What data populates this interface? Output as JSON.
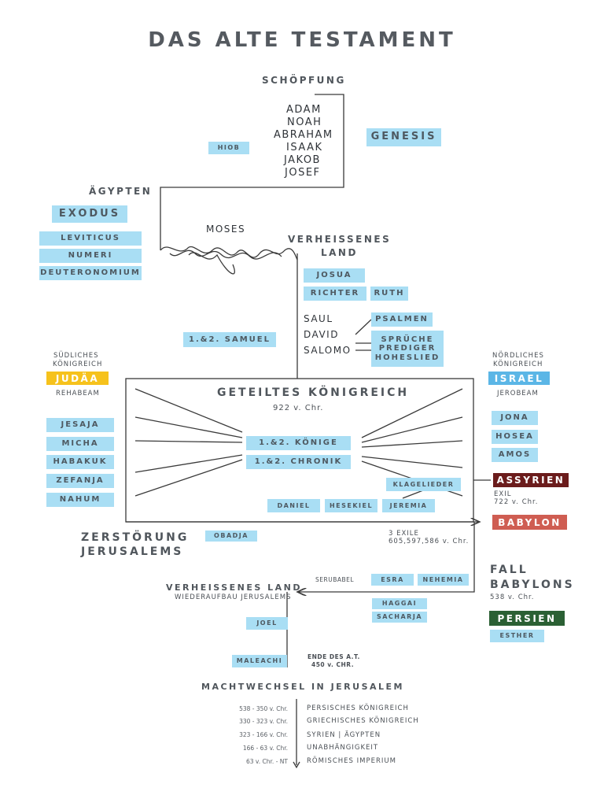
{
  "title": "DAS ALTE TESTAMENT",
  "colors": {
    "book": "#a9def4",
    "judaa": "#f6c21c",
    "israel": "#5bb6e6",
    "assyrien": "#6b1c1c",
    "babylon": "#cf5d52",
    "persien": "#2b6034",
    "line": "#3a3a3a"
  },
  "headings": {
    "schoepfung": "SCHÖPFUNG",
    "aegypten": "ÄGYPTEN",
    "verheissenes_land_1": "VERHEISSENES",
    "verheissenes_land_2": "LAND",
    "geteiltes": "GETEILTES KÖNIGREICH",
    "geteiltes_date": "922 v. Chr.",
    "zerstoerung_1": "ZERSTÖRUNG",
    "zerstoerung_2": "JERUSALEMS",
    "fall_1": "FALL",
    "fall_2": "BABYLONS",
    "fall_date": "538 v. Chr.",
    "verheissenes_land_b": "VERHEISSENES LAND",
    "wiederaufbau": "WIEDERAUFBAU JERUSALEMS",
    "machtwechsel": "MACHTWECHSEL IN JERUSALEM"
  },
  "patriarchs": [
    "ADAM",
    "NOAH",
    "ABRAHAM",
    "ISAAK",
    "JAKOB",
    "JOSEF"
  ],
  "moses": "MOSES",
  "kings": [
    "SAUL",
    "DAVID",
    "SALOMO"
  ],
  "notes": {
    "suedliches_1": "SÜDLICHES",
    "suedliches_2": "KÖNIGREICH",
    "rehabeam": "REHABEAM",
    "noerdliches_1": "NÖRDLICHES",
    "noerdliches_2": "KÖNIGREICH",
    "jerobeam": "JEROBEAM",
    "exil_1": "EXIL",
    "exil_2": "722 v. Chr.",
    "exile_1": "3 EXILE",
    "exile_2": "605,597,586 v. Chr.",
    "serubabel": "SERUBABEL",
    "ende_1": "ENDE DES A.T.",
    "ende_2": "450 v. CHR."
  },
  "kingdoms": {
    "judaa": "JUDÄA",
    "israel": "ISRAEL",
    "assyrien": "ASSYRIEN",
    "babylon": "BABYLON",
    "persien": "PERSIEN"
  },
  "books": {
    "hiob": "HIOB",
    "genesis": "GENESIS",
    "exodus": "EXODUS",
    "leviticus": "LEVITICUS",
    "numeri": "NUMERI",
    "deuteronomium": "DEUTERONOMIUM",
    "josua": "JOSUA",
    "richter": "RICHTER",
    "ruth": "RUTH",
    "psalmen": "PSALMEN",
    "sprueche": "SPRÜCHE",
    "prediger": "PREDIGER",
    "hoheslied": "HOHESLIED",
    "samuel": "1.&2. SAMUEL",
    "koenige": "1.&2. KÖNIGE",
    "chronik": "1.&2. CHRONIK",
    "jesaja": "JESAJA",
    "micha": "MICHA",
    "habakuk": "HABAKUK",
    "zefanja": "ZEFANJA",
    "nahum": "NAHUM",
    "jona": "JONA",
    "hosea": "HOSEA",
    "amos": "AMOS",
    "klagelieder": "KLAGELIEDER",
    "daniel": "DANIEL",
    "hesekiel": "HESEKIEL",
    "jeremia": "JEREMIA",
    "obadja": "OBADJA",
    "esra": "ESRA",
    "nehemia": "NEHEMIA",
    "haggai": "HAGGAI",
    "sacharja": "SACHARJA",
    "joel": "JOEL",
    "maleachi": "MALEACHI",
    "esther": "ESTHER"
  },
  "timeline": [
    {
      "date": "538 - 350 v. Chr.",
      "name": "PERSISCHES KÖNIGREICH"
    },
    {
      "date": "330 - 323 v. Chr.",
      "name": "GRIECHISCHES KÖNIGREICH"
    },
    {
      "date": "323 - 166 v. Chr.",
      "name": "SYRIEN | ÄGYPTEN"
    },
    {
      "date": "166 - 63 v. Chr.",
      "name": "UNABHÄNGIGKEIT"
    },
    {
      "date": "63 v. Chr. - NT",
      "name": "RÖMISCHES IMPERIUM"
    }
  ]
}
